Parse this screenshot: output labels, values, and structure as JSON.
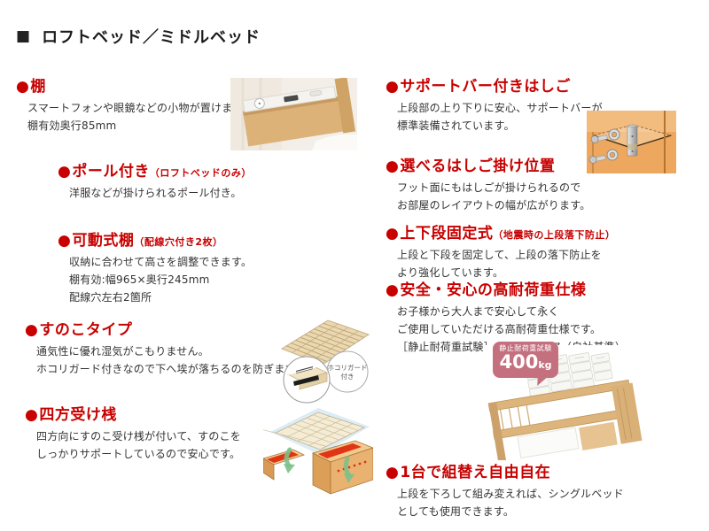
{
  "page": {
    "title": "ロフトベッド／ミドルベッド",
    "title_marker": "■",
    "bullet": "●"
  },
  "left": {
    "sections": [
      {
        "heading": "棚",
        "note": "",
        "lines": [
          "スマートフォンや眼鏡などの小物が置けます。",
          "棚有効奥行85mm"
        ]
      },
      {
        "heading": "ポール付き",
        "note": "（ロフトベッドのみ）",
        "lines": [
          "洋服などが掛けられるポール付き。"
        ]
      },
      {
        "heading": "可動式棚",
        "note": "（配線穴付き2枚）",
        "lines": [
          "収納に合わせて高さを調整できます。",
          "棚有効:幅965×奥行245mm",
          "配線穴左右2箇所"
        ]
      },
      {
        "heading": "すのこタイプ",
        "note": "",
        "lines": [
          "通気性に優れ湿気がこもりません。",
          "ホコリガード付きなので下へ埃が落ちるのを防ぎます。"
        ]
      },
      {
        "heading": "四方受け桟",
        "note": "",
        "lines": [
          "四方向にすのこ受け桟が付いて、すのこを",
          "しっかりサポートしているので安心です。"
        ]
      }
    ]
  },
  "right": {
    "sections": [
      {
        "heading": "サポートバー付きはしご",
        "note": "",
        "lines": [
          "上段部の上り下りに安心、サポートバーが",
          "標準装備されています。"
        ]
      },
      {
        "heading": "選べるはしご掛け位置",
        "note": "",
        "lines": [
          "フット面にもはしごが掛けられるので",
          "お部屋のレイアウトの幅が広がります。"
        ]
      },
      {
        "heading": "上下段固定式",
        "note": "（地震時の上段落下防止）",
        "lines": [
          "上段と下段を固定して、上段の落下防止を",
          "より強化しています。"
        ]
      },
      {
        "heading": "安全・安心の高耐荷重仕様",
        "note": "",
        "lines": [
          "お子様から大人まで安心して永く",
          "ご使用していただける高耐荷重仕様です。",
          "［静止耐荷重試験］400kgクリア（自社基準）"
        ]
      },
      {
        "heading": "1台で組替え自由自在",
        "note": "",
        "lines": [
          "上段を下ろして組み変えれば、シングルベッド",
          "としても使用できます。"
        ]
      }
    ]
  },
  "badges": {
    "load_test": {
      "label": "静止耐荷重試験",
      "value": "400",
      "unit": "kg"
    },
    "dust_guard": {
      "line1": "ホコリガード",
      "line2": "付き"
    }
  },
  "colors": {
    "heading_red": "#c80000",
    "body_text": "#333333",
    "badge_pink": "#c4707f",
    "illustration_orange": "#eda75f",
    "rail_red": "#e03515",
    "arrow_green": "#7cc089"
  }
}
